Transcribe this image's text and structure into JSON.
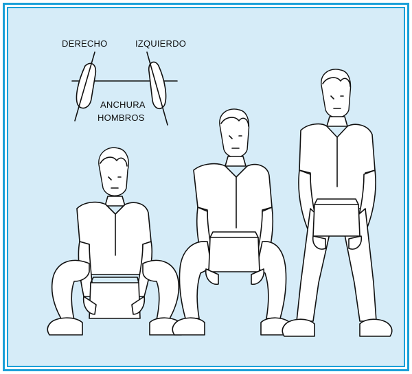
{
  "labels": {
    "right": "DERECHO",
    "left": "IZQUIERDO",
    "width_line1": "ANCHURA",
    "width_line2": "HOMBROS"
  },
  "colors": {
    "frame_blue": "#1aa0d8",
    "background": "#d6ecf8",
    "ink": "#111111"
  },
  "figures": [
    {
      "stage": "squat"
    },
    {
      "stage": "half-lift"
    },
    {
      "stage": "standing"
    }
  ]
}
